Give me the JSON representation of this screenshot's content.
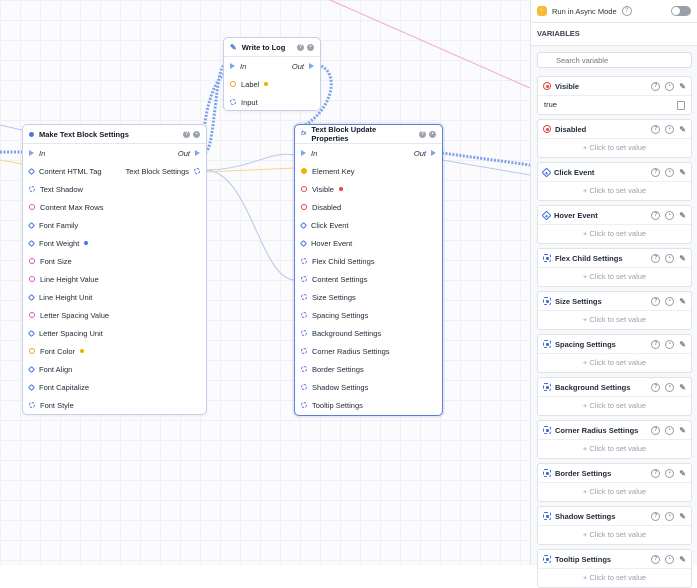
{
  "nodes": {
    "write_to_log": {
      "title": "Write to Log",
      "in_label": "In",
      "out_label": "Out",
      "params": [
        "Label",
        "Input"
      ]
    },
    "make_text_block": {
      "title": "Make Text Block Settings",
      "in_label": "In",
      "out_label": "Out",
      "output_label": "Text Block Settings",
      "params": [
        "Content HTML Tag",
        "Text Shadow",
        "Content Max Rows",
        "Font Family",
        "Font Weight",
        "Font Size",
        "Line Height Value",
        "Line Height Unit",
        "Letter Spacing Value",
        "Letter Spacing Unit",
        "Font Color",
        "Font Align",
        "Font Capitalize",
        "Font Style"
      ]
    },
    "text_block_update": {
      "title": "Text Block Update Properties",
      "in_label": "In",
      "out_label": "Out",
      "params": [
        "Element Key",
        "Visible",
        "Disabled",
        "Click Event",
        "Hover Event",
        "Flex Child Settings",
        "Content Settings",
        "Size Settings",
        "Spacing Settings",
        "Background Settings",
        "Corner Radius Settings",
        "Border Settings",
        "Shadow Settings",
        "Tooltip Settings"
      ]
    }
  },
  "panel": {
    "async_label": "Run in Async Mode",
    "section_title": "VARIABLES",
    "search_placeholder": "Search variable",
    "empty_value_label": "+ Click to set value",
    "variables": [
      {
        "name": "Visible",
        "value": "true",
        "icon": "boolean-icon"
      },
      {
        "name": "Disabled",
        "value": "",
        "icon": "boolean-icon"
      },
      {
        "name": "Click Event",
        "value": "",
        "icon": "event-icon"
      },
      {
        "name": "Hover Event",
        "value": "",
        "icon": "event-icon"
      },
      {
        "name": "Flex Child Settings",
        "value": "",
        "icon": "struct-icon"
      },
      {
        "name": "Size Settings",
        "value": "",
        "icon": "struct-icon"
      },
      {
        "name": "Spacing Settings",
        "value": "",
        "icon": "struct-icon"
      },
      {
        "name": "Background Settings",
        "value": "",
        "icon": "struct-icon"
      },
      {
        "name": "Corner Radius Settings",
        "value": "",
        "icon": "struct-icon"
      },
      {
        "name": "Border Settings",
        "value": "",
        "icon": "struct-icon"
      },
      {
        "name": "Shadow Settings",
        "value": "",
        "icon": "struct-icon"
      },
      {
        "name": "Tooltip Settings",
        "value": "",
        "icon": "struct-icon"
      }
    ]
  },
  "colors": {
    "accent": "#4a78e0",
    "boolean": "#e24a4a",
    "string": "#f0a12b",
    "number": "#d65bd2"
  }
}
